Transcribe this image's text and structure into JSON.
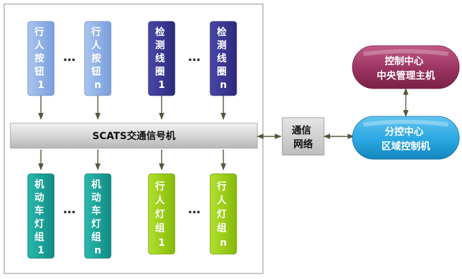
{
  "colors": {
    "blue_light": "#8fb1e6",
    "navy": "#35338f",
    "teal": "#1aa39a",
    "lime": "#9bd012",
    "maroon": "#9b3360",
    "sky": "#2aa7e1",
    "bus_gray": "#d9d9d9",
    "net_gray": "#cfcfcf"
  },
  "top_row": [
    {
      "chars": [
        "行",
        "人",
        "按",
        "钮",
        "1"
      ]
    },
    {
      "chars": [
        "行",
        "人",
        "按",
        "钮",
        "n"
      ]
    },
    {
      "chars": [
        "检",
        "测",
        "线",
        "圈",
        "1"
      ]
    },
    {
      "chars": [
        "检",
        "测",
        "线",
        "圈",
        "n"
      ]
    }
  ],
  "bottom_row": [
    {
      "chars": [
        "机",
        "动",
        "车",
        "灯",
        "组",
        "1"
      ]
    },
    {
      "chars": [
        "机",
        "动",
        "车",
        "灯",
        "组",
        "n"
      ]
    },
    {
      "chars": [
        "行",
        "人",
        "灯",
        "组",
        "1"
      ]
    },
    {
      "chars": [
        "行",
        "人",
        "灯",
        "组",
        "n"
      ]
    }
  ],
  "dots": "…",
  "bus_label": "SCATS交通信号机",
  "network": {
    "line1": "通信",
    "line2": "网络"
  },
  "control_center": {
    "line1": "控制中心",
    "line2": "中央管理主机"
  },
  "sub_center": {
    "line1": "分控中心",
    "line2": "区域控制机"
  }
}
